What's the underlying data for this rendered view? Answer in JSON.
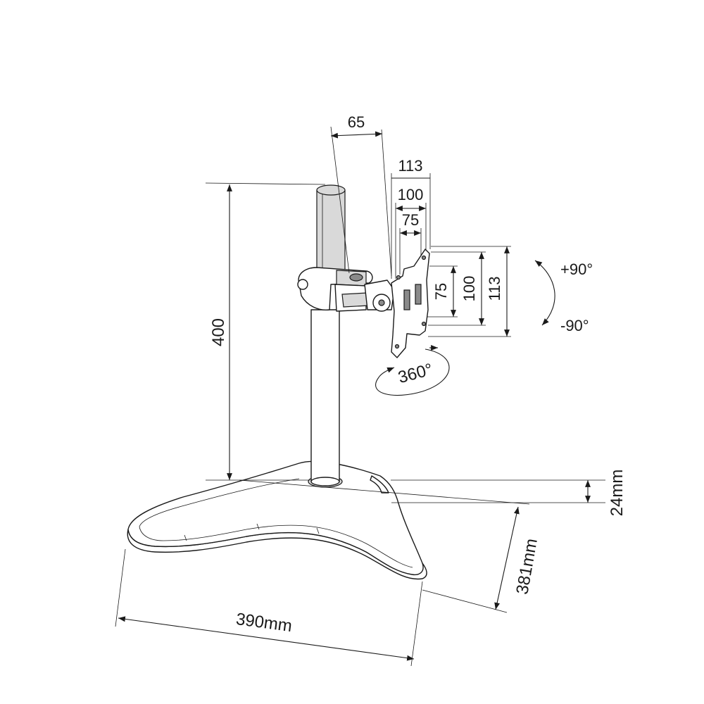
{
  "dimensions": {
    "arm_offset": "65",
    "vesa_top_113": "113",
    "vesa_top_100": "100",
    "vesa_top_75": "75",
    "vesa_side_75": "75",
    "vesa_side_100": "100",
    "vesa_side_113": "113",
    "pole_height": "400",
    "base_thickness": "24mm",
    "base_depth": "381mm",
    "base_width": "390mm"
  },
  "rotation": {
    "tilt_up": "+90°",
    "tilt_down": "-90°",
    "swivel": "360°"
  },
  "colors": {
    "line": "#1a1a1a",
    "shade": "#d9d9d9",
    "dark": "#8a8a8a"
  }
}
